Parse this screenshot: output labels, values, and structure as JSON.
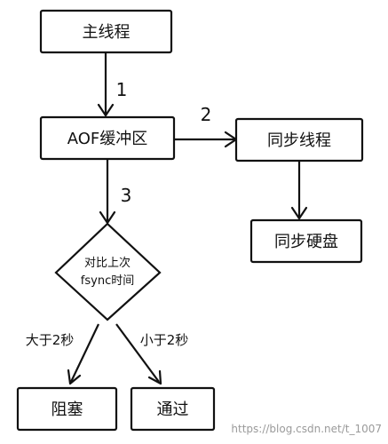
{
  "nodes": {
    "main_thread": "主线程",
    "aof_buffer": "AOF缓冲区",
    "sync_thread": "同步线程",
    "sync_disk": "同步硬盘",
    "compare_line1": "对比上次",
    "compare_line2": "fsync时间",
    "block": "阻塞",
    "pass": "通过"
  },
  "edges": {
    "step1": "1",
    "step2": "2",
    "step3": "3",
    "greater": "大于2秒",
    "less": "小于2秒"
  },
  "watermark": "https://blog.csdn.net/t_1007"
}
